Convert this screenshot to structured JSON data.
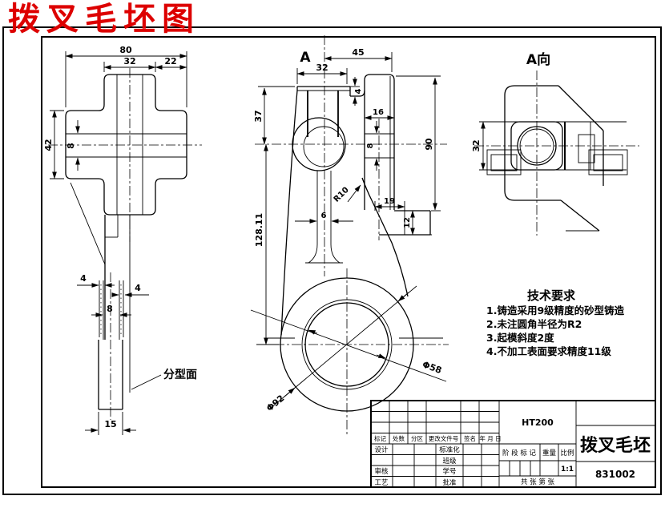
{
  "drawing_title": "拨叉毛坯图",
  "front_view": {
    "dim_80": "80",
    "dim_32": "32",
    "dim_22": "22",
    "dim_42": "42",
    "dim_8_arm": "8",
    "dim_4_left": "4",
    "dim_4_right": "4",
    "dim_8_stem": "8",
    "dim_15": "15",
    "parting_surface_label": "分型面"
  },
  "main_view": {
    "section_label": "A",
    "dim_45": "45",
    "dim_32": "32",
    "dim_37": "37",
    "dim_4": "4",
    "dim_16": "16",
    "dim_8": "8",
    "dim_90": "90",
    "dim_19": "19",
    "dim_12": "12",
    "dim_128": "128.11",
    "dim_6": "6",
    "radius_label": "R10",
    "dia_inner": "Φ58",
    "dia_outer": "Φ92"
  },
  "a_view": {
    "view_label": "A向",
    "dim_32": "32"
  },
  "tech_req": {
    "title": "技术要求",
    "item1": "1.铸造采用9级精度的砂型铸造",
    "item2": "2.未注圆角半径为R2",
    "item3": "3.起模斜度2度",
    "item4": "4.不加工表面要求精度11级"
  },
  "title_block": {
    "material": "HT200",
    "part_name": "拨叉毛坯",
    "drawing_number": "831002",
    "col_mark": "标记",
    "col_count": "处数",
    "col_zone": "分区",
    "col_doc": "更改文件号",
    "col_sign": "签名",
    "col_date": "年 月 日",
    "row_design": "设计",
    "row_check": "审核",
    "row_process": "工艺",
    "row_standard": "标准化",
    "row_class": "班级",
    "row_student": "学号",
    "row_approve": "批准",
    "stage_mark": "阶 段 标 记",
    "weight": "重量",
    "scale": "比例",
    "scale_value": "1:1",
    "sheets": "共 张 第 张"
  }
}
